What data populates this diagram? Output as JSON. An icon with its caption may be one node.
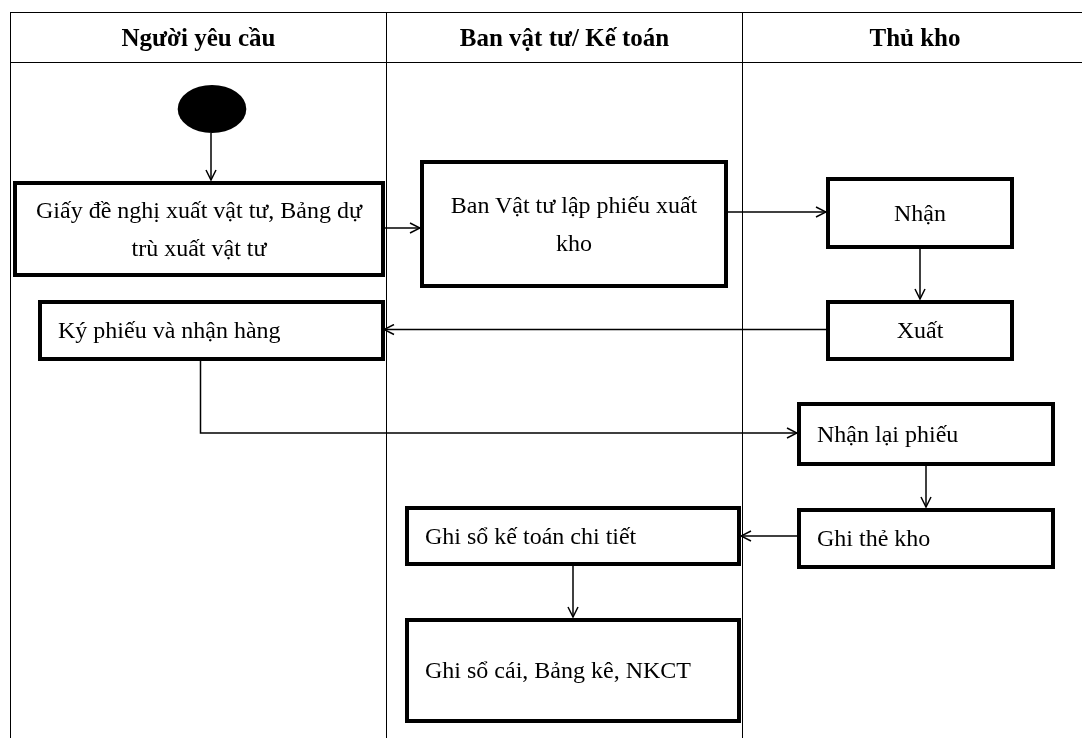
{
  "diagram": {
    "nodes": [
      {
        "text": [
          "Người yêu cầu"
        ]
      },
      {
        "text": [
          "Ban vật tư/ Kế toán"
        ]
      },
      {
        "text": [
          "Thủ kho"
        ]
      },
      {
        "text": [],
        "shape": "circle",
        "in": 0
      },
      {
        "text": [
          "Giấy đề nghị xuất vật tư, Bảng dự trù xuất vật tư"
        ],
        "in": 0
      },
      {
        "text": [
          "Ban Vật tư lập phiếu xuất kho"
        ],
        "in": 1
      },
      {
        "text": [
          "Nhận"
        ],
        "in": 2
      },
      {
        "text": [
          "Xuất"
        ],
        "in": 2
      },
      {
        "text": [
          "Ký phiếu và nhận hàng"
        ],
        "in": 0
      },
      {
        "text": [
          "Nhận lại phiếu"
        ],
        "in": 2
      },
      {
        "text": [
          "Ghi sổ kế toán chi tiết"
        ],
        "in": 1
      },
      {
        "text": [
          "Ghi thẻ kho"
        ],
        "in": 2
      },
      {
        "text": [
          "Ghi sổ cái, Bảng kê, NKCT"
        ],
        "in": 1
      }
    ],
    "edges": [
      {
        "from": 3,
        "to": 4,
        "arrow": "to"
      },
      {
        "from": 4,
        "to": 5,
        "arrow": "to"
      },
      {
        "from": 5,
        "to": 6,
        "arrow": "to"
      },
      {
        "from": 6,
        "to": 7,
        "arrow": "to"
      },
      {
        "from": 7,
        "to": 8,
        "arrow": "to"
      },
      {
        "from": 8,
        "to": 9,
        "arrow": "to"
      },
      {
        "from": 9,
        "to": 11,
        "arrow": "to"
      },
      {
        "from": 11,
        "to": 10,
        "arrow": "to"
      },
      {
        "from": 10,
        "to": 12,
        "arrow": "to"
      }
    ]
  }
}
